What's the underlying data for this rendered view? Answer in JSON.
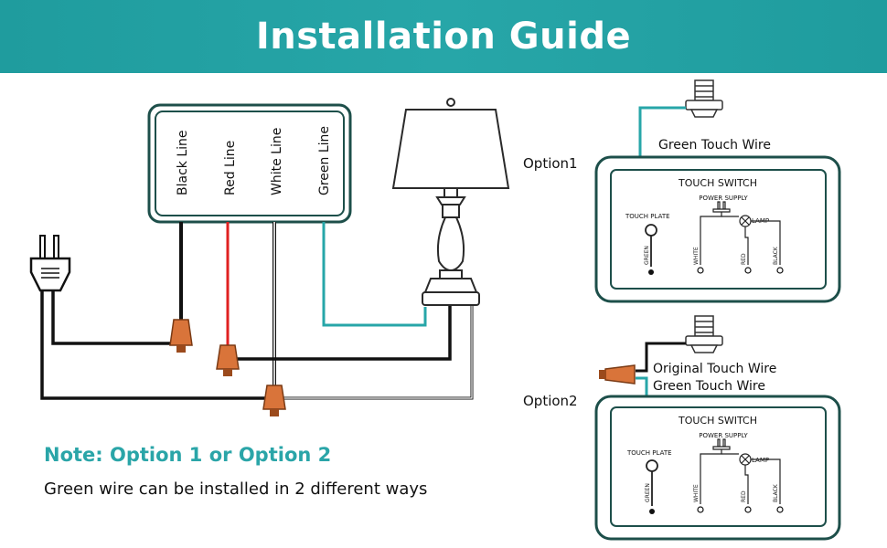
{
  "header": {
    "title": "Installation Guide"
  },
  "controller": {
    "lines": [
      "Black Line",
      "Red Line",
      "White Line",
      "Green Line"
    ]
  },
  "options": [
    {
      "label": "Option1",
      "wires": [
        "Green Touch Wire"
      ],
      "switch": {
        "title": "TOUCH SWITCH",
        "power": "POWER SUPPLY",
        "touch_plate": "TOUCH PLATE",
        "lamp": "LAMP",
        "terminals": [
          "GREEN",
          "WHITE",
          "RED",
          "BLACK"
        ]
      }
    },
    {
      "label": "Option2",
      "wires": [
        "Original Touch Wire",
        "Green Touch Wire"
      ],
      "switch": {
        "title": "TOUCH SWITCH",
        "power": "POWER SUPPLY",
        "touch_plate": "TOUCH PLATE",
        "lamp": "LAMP",
        "terminals": [
          "GREEN",
          "WHITE",
          "RED",
          "BLACK"
        ]
      }
    }
  ],
  "note": {
    "heading": "Note: Option 1 or Option 2",
    "text": "Green wire can be installed in 2 different ways"
  },
  "colors": {
    "teal": "#27a6a8",
    "dark_green": "#1d4f4a",
    "wire_black": "#111111",
    "wire_red": "#e02020",
    "nut_orange": "#d9743a"
  }
}
